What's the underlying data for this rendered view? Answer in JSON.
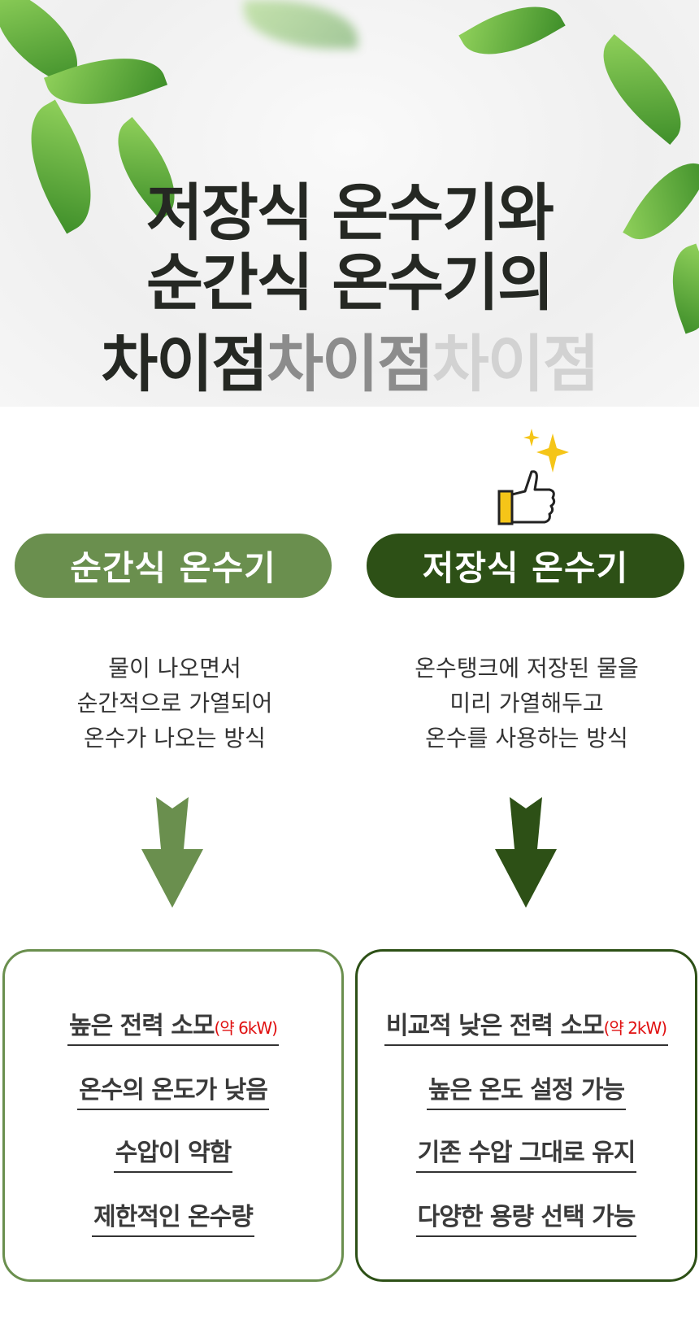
{
  "title": {
    "line1": "저장식 온수기와",
    "line2": "순간식 온수기의",
    "line3_a": "차이점",
    "line3_b": "차이점",
    "line3_c": "차이점"
  },
  "colors": {
    "instant": "#6a8f4e",
    "storage": "#2d5016",
    "red": "#e01010"
  },
  "instant": {
    "label": "순간식 온수기",
    "desc": [
      "물이 나오면서",
      "순간적으로 가열되어",
      "온수가 나오는 방식"
    ],
    "items": [
      "높은 전력 소모",
      "온수의 온도가 낮음",
      "수압이 약함",
      "제한적인 온수량"
    ],
    "note": "(약 6kW)"
  },
  "storage": {
    "label": "저장식 온수기",
    "desc": [
      "온수탱크에 저장된 물을",
      "미리 가열해두고",
      "온수를 사용하는 방식"
    ],
    "items": [
      "비교적 낮은 전력 소모",
      "높은 온도 설정 가능",
      "기존 수압 그대로 유지",
      "다양한 용량 선택 가능"
    ],
    "note": "(약 2kW)"
  }
}
